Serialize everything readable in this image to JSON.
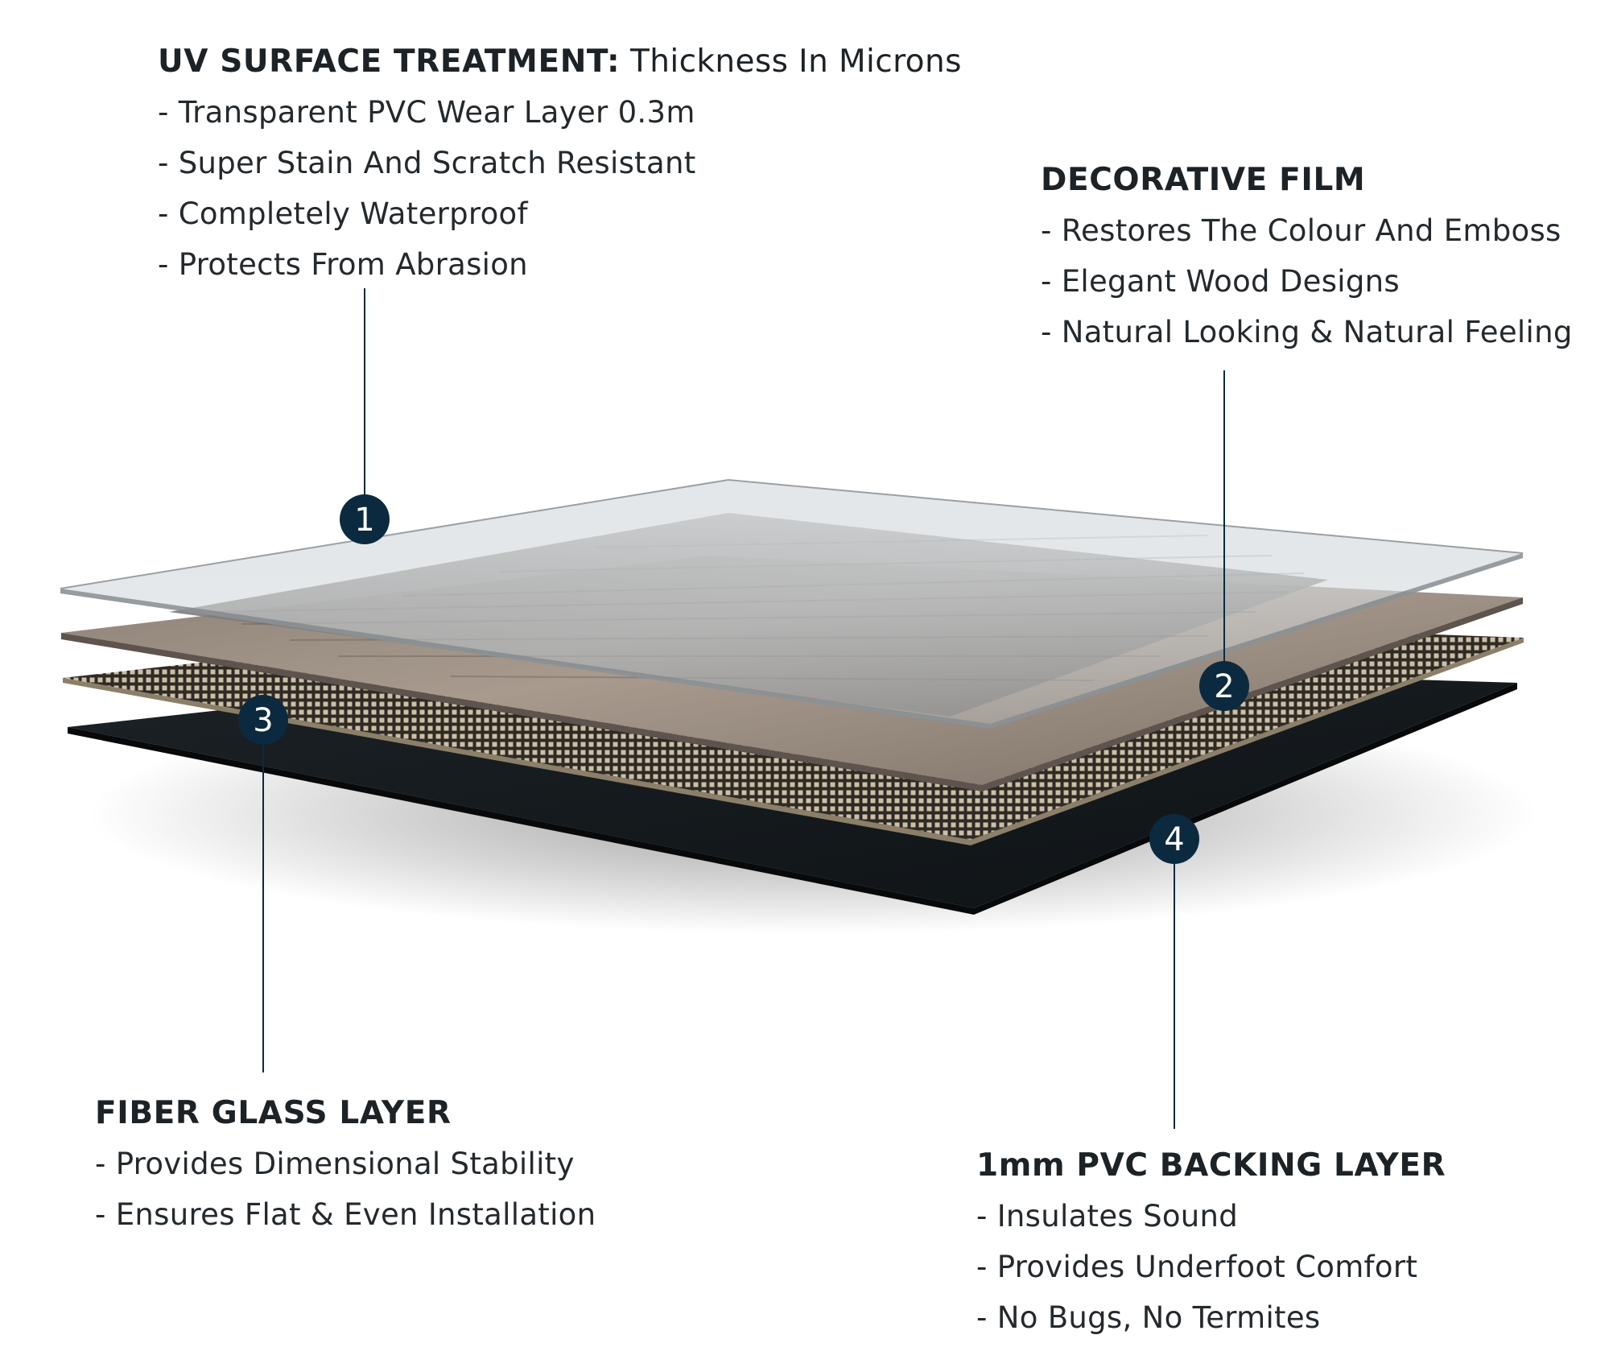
{
  "colors": {
    "navy": "#0b2a3f",
    "text": "#1d2226",
    "leader_line": "#0b2a3f"
  },
  "sections": {
    "uv": {
      "title": "UV SURFACE TREATMENT:",
      "subtitle": "Thickness In Microns",
      "items": [
        "- Transparent PVC Wear Layer 0.3m",
        "- Super Stain And Scratch Resistant",
        "- Completely Waterproof",
        "- Protects From Abrasion"
      ],
      "badge": "1"
    },
    "decor": {
      "title": "DECORATIVE FILM",
      "items": [
        "- Restores The Colour And Emboss",
        "- Elegant Wood Designs",
        "- Natural Looking & Natural Feeling"
      ],
      "badge": "2"
    },
    "fiber": {
      "title": "FIBER GLASS LAYER",
      "items": [
        "- Provides Dimensional Stability",
        "- Ensures Flat & Even Installation"
      ],
      "badge": "3"
    },
    "backing": {
      "title": "1mm PVC BACKING LAYER",
      "items": [
        "- Insulates Sound",
        "- Provides Underfoot Comfort",
        "- No Bugs, No Termites"
      ],
      "badge": "4"
    }
  }
}
